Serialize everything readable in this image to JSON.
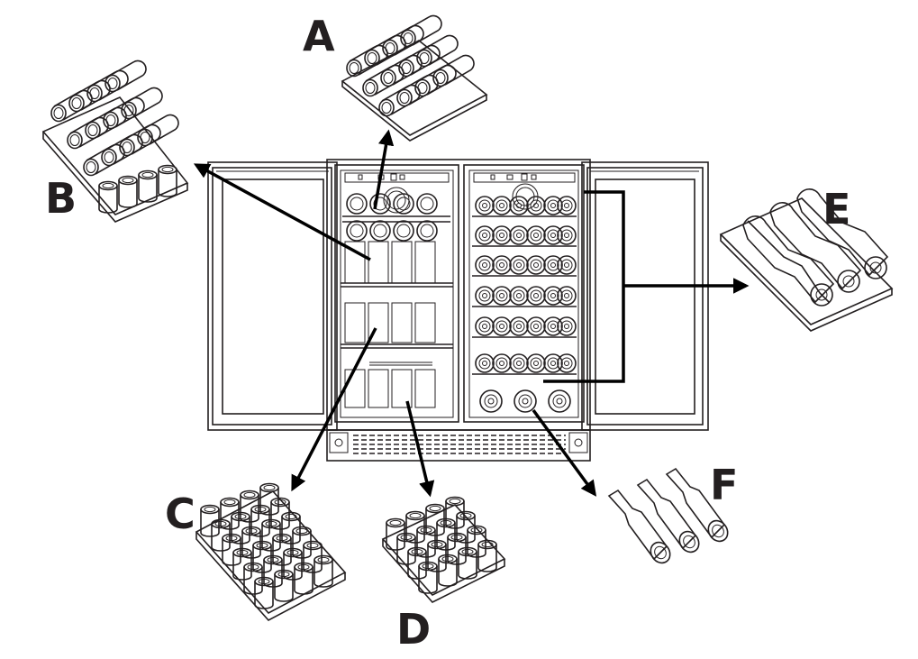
{
  "labels": {
    "a": "A",
    "b": "B",
    "c": "C",
    "d": "D",
    "e": "E",
    "f": "F"
  },
  "colors": {
    "line": "#231f20",
    "arrow": "#000000",
    "background": "#ffffff"
  }
}
